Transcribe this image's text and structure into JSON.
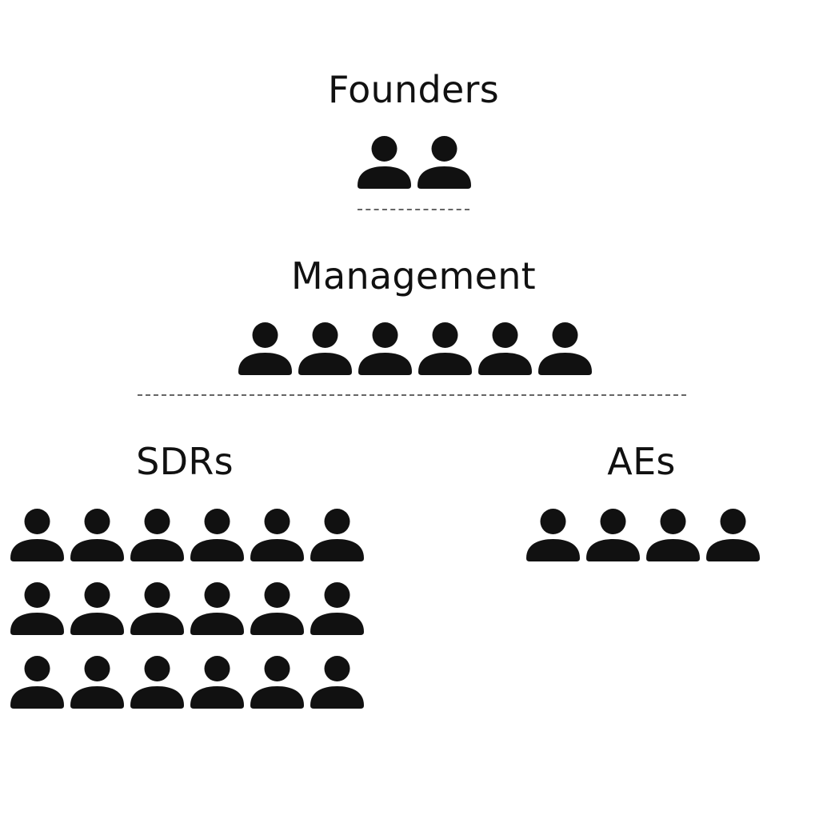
{
  "colors": {
    "icon": "#111111",
    "divider": "#666666",
    "background": "#ffffff"
  },
  "icon": "person-icon",
  "groups": {
    "founders": {
      "label": "Founders",
      "count": 2
    },
    "management": {
      "label": "Management",
      "count": 6
    },
    "sdrs": {
      "label": "SDRs",
      "count": 18
    },
    "aes": {
      "label": "AEs",
      "count": 4
    }
  }
}
